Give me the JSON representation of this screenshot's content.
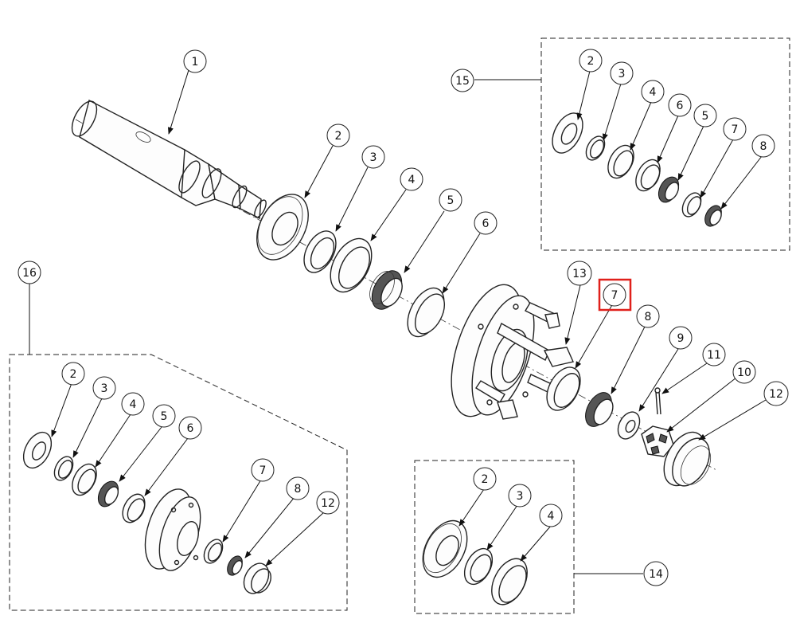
{
  "drawing": {
    "highlight_color": "#e0201b",
    "callouts": {
      "main": [
        "1",
        "2",
        "3",
        "4",
        "5",
        "6",
        "13",
        "7",
        "8",
        "9",
        "11",
        "10",
        "12"
      ],
      "kit15": [
        "15",
        "2",
        "3",
        "4",
        "6",
        "5",
        "7",
        "8"
      ],
      "kit16": [
        "16",
        "2",
        "3",
        "4",
        "5",
        "6",
        "7",
        "8",
        "12"
      ],
      "kit14": [
        "2",
        "3",
        "4",
        "14"
      ]
    }
  }
}
